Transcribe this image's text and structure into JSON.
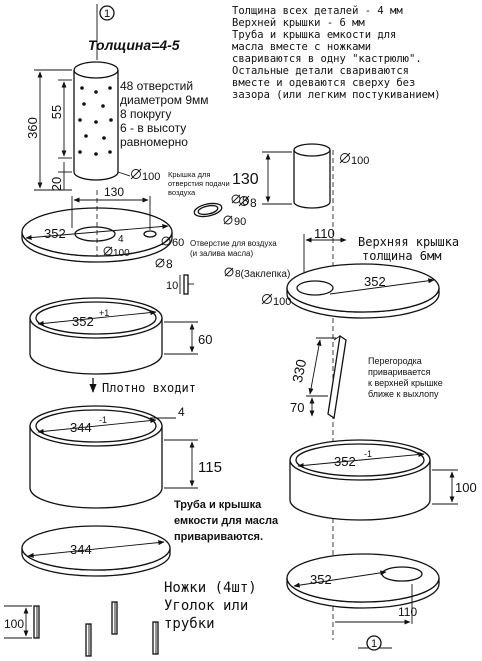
{
  "notes": {
    "line1": "Толщина всех деталей - 4 мм",
    "line2": "Верхней крышки - 6 мм",
    "line3": "Труба и крышка емкости для",
    "line4": "масла вместе с ножками",
    "line5": "свариваются в одну \"кастрюлю\".",
    "line6": "Остальные детали свариваются",
    "line7": "вместе и одеваются сверху без",
    "line8": "зазора (или легким постукиванием)"
  },
  "section_marks": {
    "top": "1",
    "bottom": "1"
  },
  "thickness_label": "Толщина=4-5",
  "pipe": {
    "holes1": "48 отверстий",
    "holes2": "диаметром 9мм",
    "holes3": "8 покругу",
    "holes4": "6 - в высоту",
    "holes5": "равномерно",
    "height": "360",
    "hole_zone": "55",
    "bottom_offset": "20",
    "diameter": "100"
  },
  "disk_top": {
    "width": "130",
    "diameter": "352",
    "hole_d": "100",
    "gap": "4",
    "hole_60": "60",
    "hole_8": "8",
    "air_hole1": "Отверстие для воздуха",
    "air_hole2": "(и залива масла)"
  },
  "small_cap": {
    "label1": "Крышка для",
    "label2": "отверстия подачи",
    "label3": "воздуха",
    "d8": "8",
    "angle": "90"
  },
  "rivet": {
    "label": "8(Заклепка)",
    "length": "10"
  },
  "ring1": {
    "diameter": "352",
    "tol": "+1",
    "height": "60"
  },
  "fit_label": "Плотно входит",
  "ring2": {
    "diameter": "344",
    "tol": "-1",
    "wall": "4",
    "height": "115"
  },
  "weld_note": {
    "line1": "Труба и крышка",
    "line2": "емкости для масла",
    "line3": "привариваются."
  },
  "bottom_disk": {
    "diameter": "344"
  },
  "legs": {
    "line1": "Ножки (4шт)",
    "line2": "Уголок или",
    "line3": "трубки",
    "height": "100"
  },
  "right_pipe": {
    "height": "130",
    "diameter": "100",
    "wall": "8"
  },
  "top_lid": {
    "offset": "110",
    "label1": "Верхняя крышка",
    "label2": "толщина 6мм",
    "diameter": "352",
    "hole_d": "100"
  },
  "partition": {
    "width": "330",
    "height": "70",
    "label1": "Перегородка",
    "label2": "приваривается",
    "label3": "к верхней крышке",
    "label4": "ближе к выхлопу"
  },
  "ring3": {
    "diameter": "352",
    "tol": "-1",
    "height": "100"
  },
  "disk_bottom_right": {
    "diameter": "352",
    "offset": "110"
  }
}
